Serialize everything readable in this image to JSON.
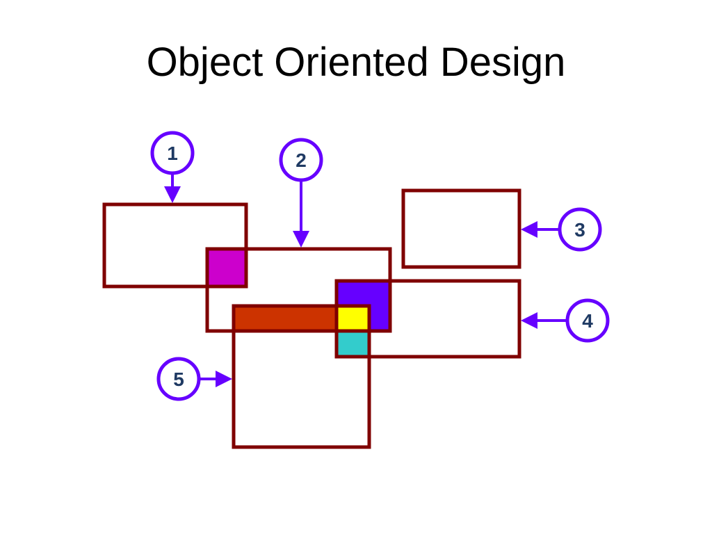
{
  "slide": {
    "title": "Object Oriented Design"
  },
  "colors": {
    "box_outline": "#7f0000",
    "callout": "#6600ff",
    "callout_text": "#1f3a63",
    "overlap_1_2": "#cc00cc",
    "overlap_2_4": "#6600ff",
    "overlap_2_5": "#cc3300",
    "overlap_2_4_5": "#ffff00",
    "overlap_4_5": "#33cccc"
  },
  "callouts": [
    {
      "id": "1",
      "label": "1"
    },
    {
      "id": "2",
      "label": "2"
    },
    {
      "id": "3",
      "label": "3"
    },
    {
      "id": "4",
      "label": "4"
    },
    {
      "id": "5",
      "label": "5"
    }
  ]
}
